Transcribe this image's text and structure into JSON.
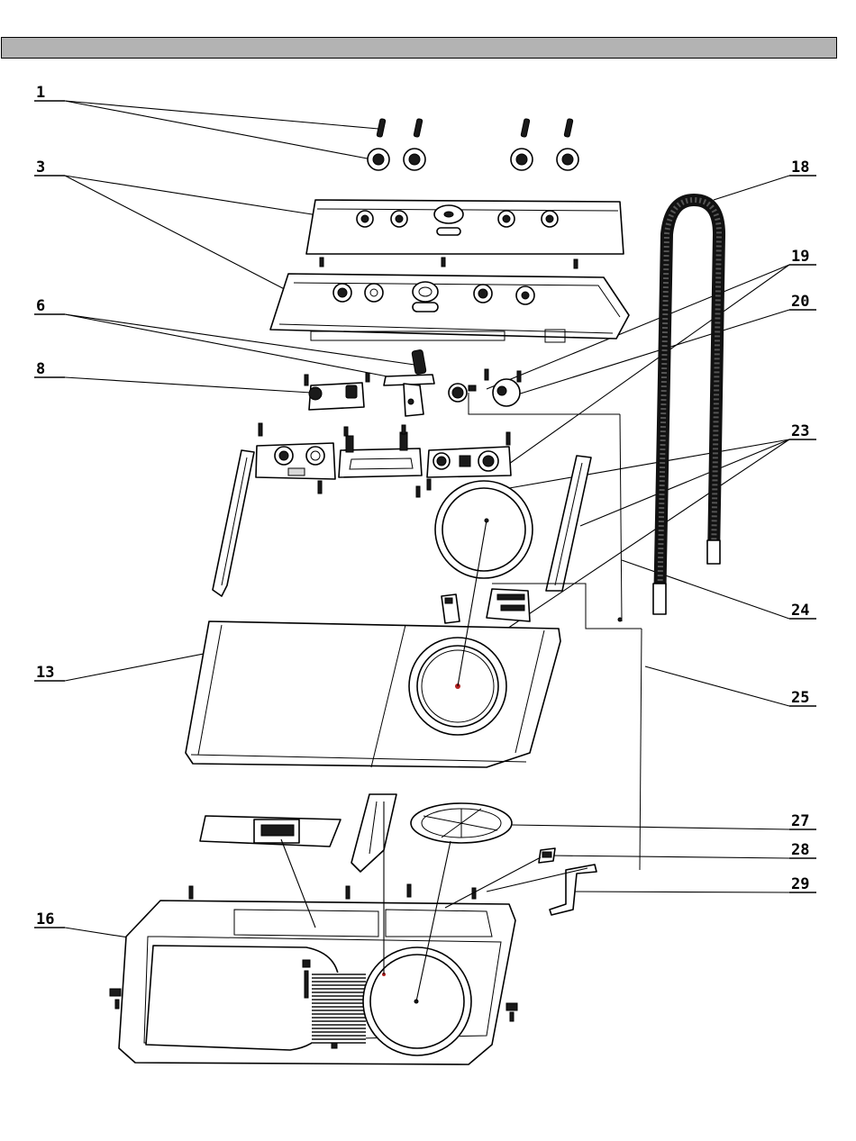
{
  "callouts": {
    "c1": "1",
    "c3": "3",
    "c6": "6",
    "c8": "8",
    "c13": "13",
    "c16": "16",
    "c18": "18",
    "c19": "19",
    "c20": "20",
    "c23": "23",
    "c24": "24",
    "c25": "25",
    "c27": "27",
    "c28": "28",
    "c29": "29"
  },
  "colors": {
    "header_bar": "#b3b3b3",
    "line": "#000000",
    "accent_dot": "#b22222"
  }
}
